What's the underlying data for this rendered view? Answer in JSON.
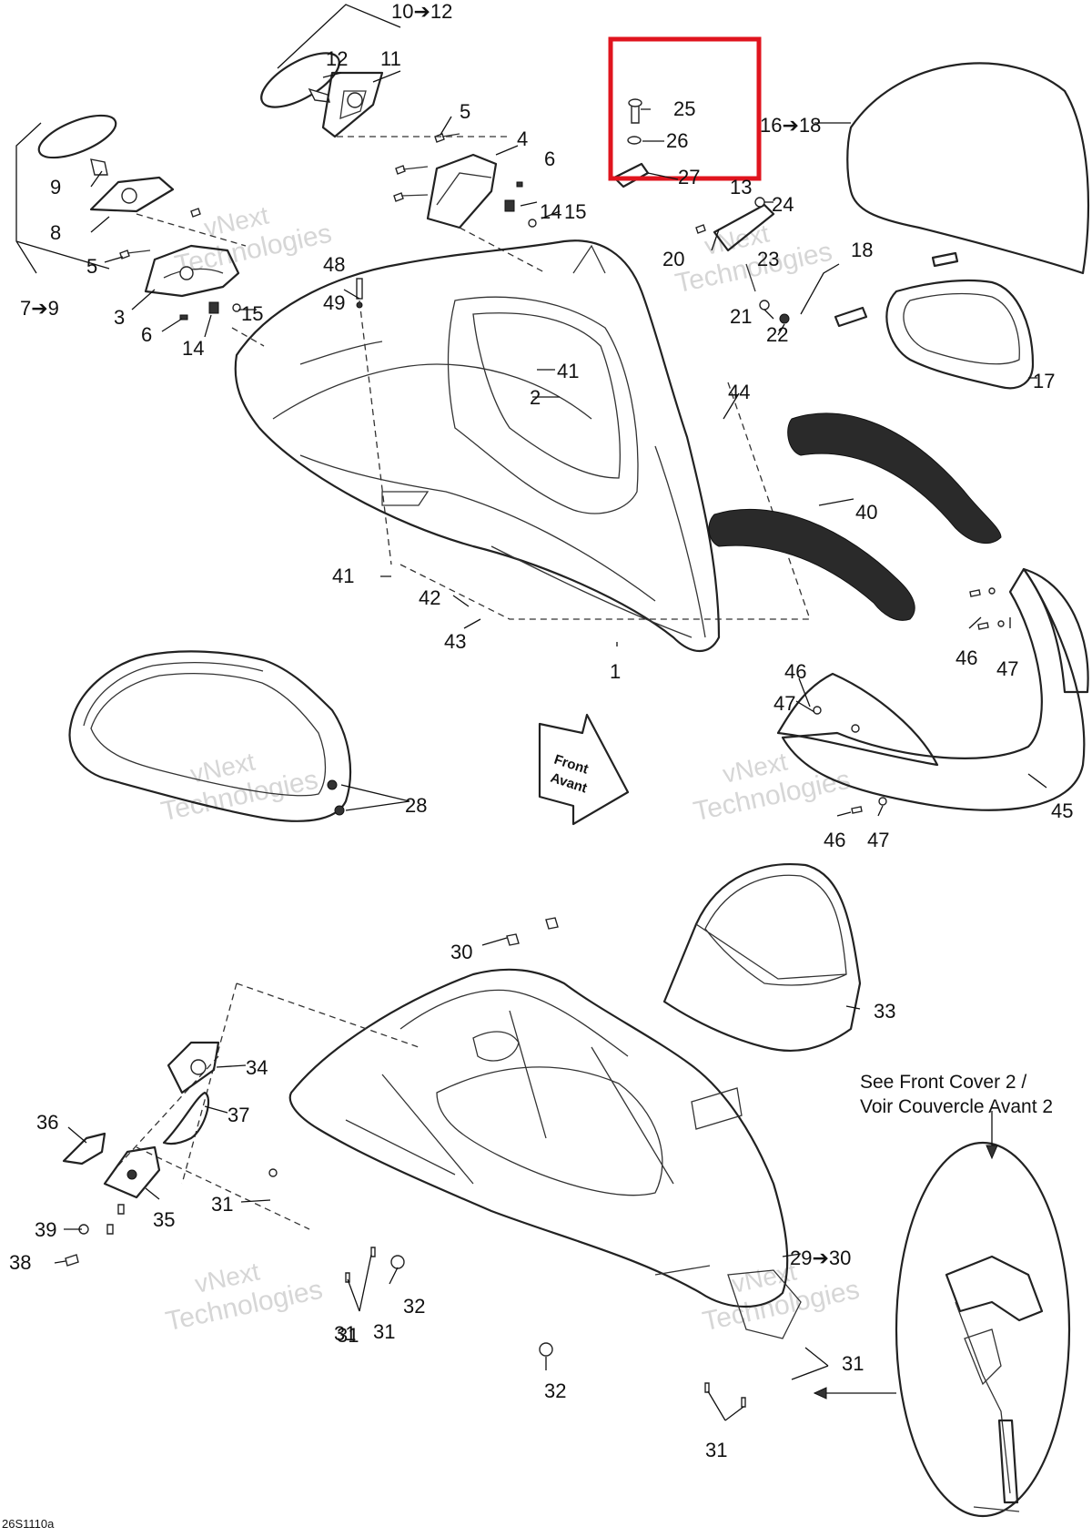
{
  "diagram": {
    "id_code": "26S1110a",
    "watermark": {
      "line1": "vNext",
      "line2": "Technologies"
    },
    "front_arrow": {
      "line1": "Front",
      "line2": "Avant"
    },
    "note": {
      "line1": "See Front Cover 2 /",
      "line2": "Voir Couvercle Avant 2"
    },
    "highlight_color": "#e0141e",
    "labels": [
      "10➔12",
      "12",
      "11",
      "9",
      "8",
      "7➔9",
      "5",
      "3",
      "6",
      "14",
      "15",
      "5",
      "4",
      "6",
      "14",
      "15",
      "48",
      "49",
      "25",
      "26",
      "27",
      "16➔18",
      "13",
      "24",
      "20",
      "23",
      "18",
      "21",
      "22",
      "17",
      "41",
      "2",
      "44",
      "40",
      "41",
      "42",
      "43",
      "1",
      "46",
      "47",
      "46",
      "47",
      "46",
      "47",
      "45",
      "28",
      "30",
      "33",
      "34",
      "37",
      "36",
      "31",
      "35",
      "39",
      "38",
      "29➔30",
      "32",
      "31",
      "31",
      "32",
      "31",
      "31",
      "31"
    ]
  }
}
